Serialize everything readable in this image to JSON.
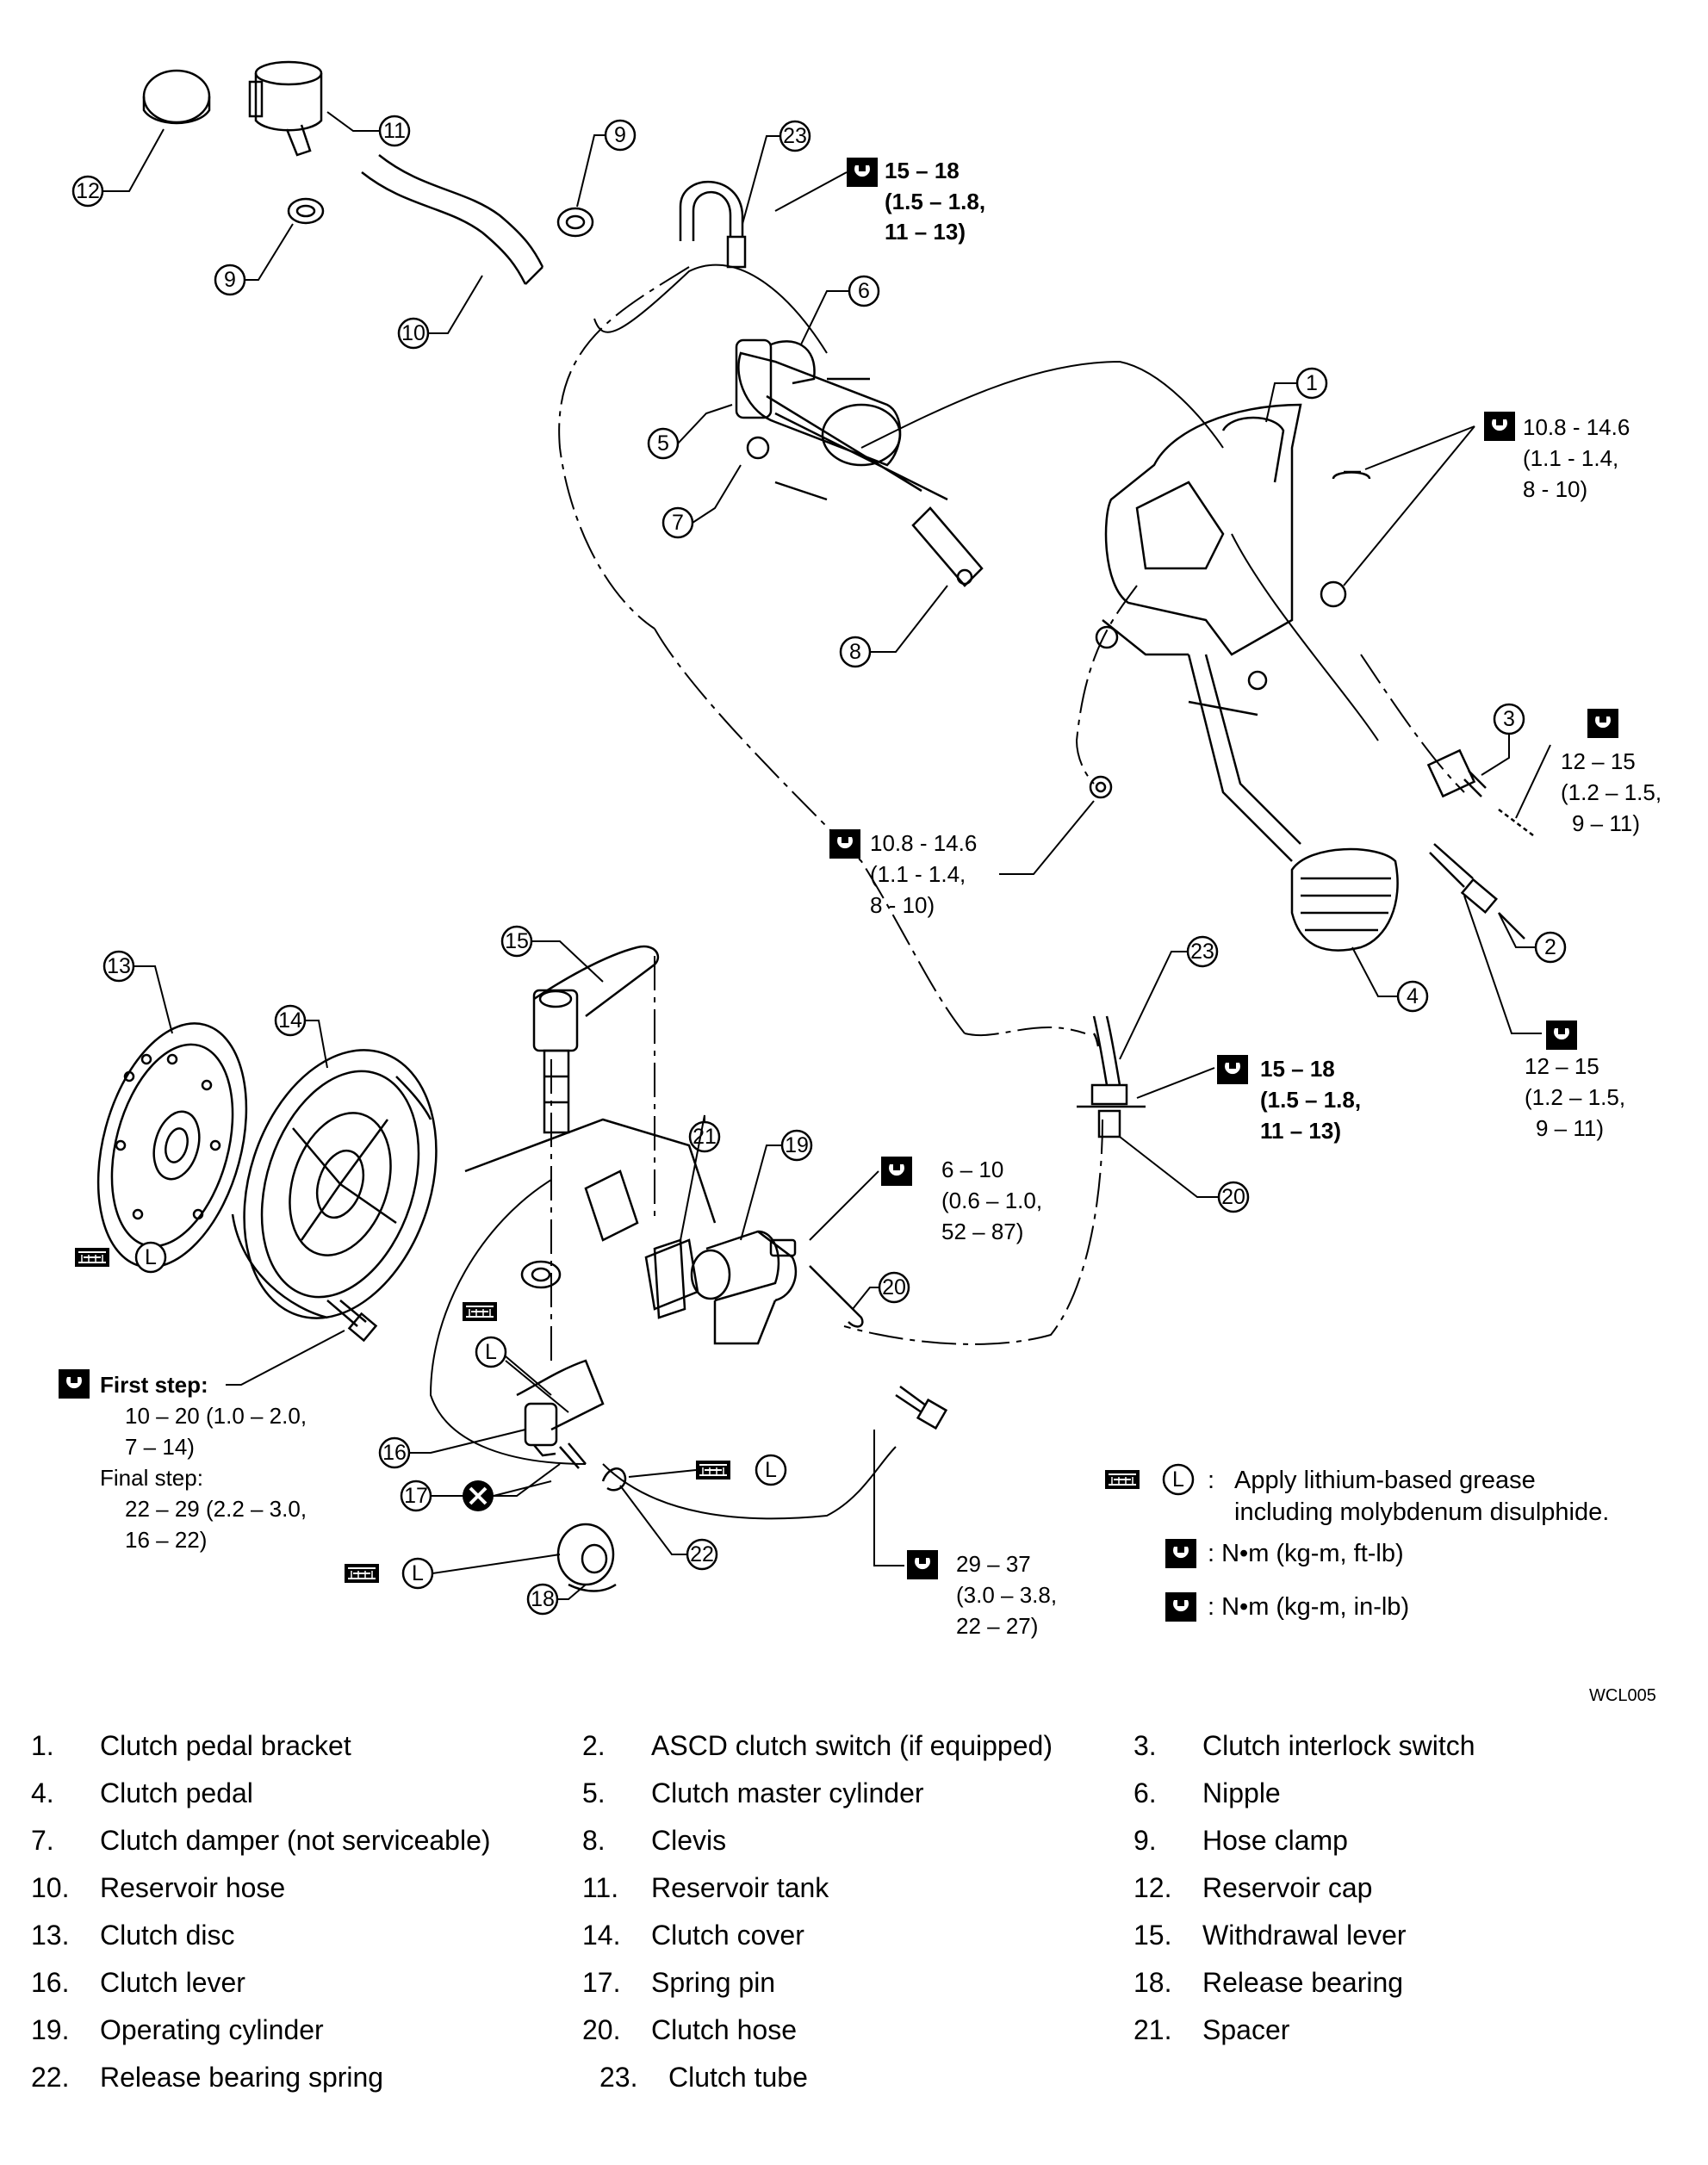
{
  "callouts": [
    "1",
    "2",
    "3",
    "4",
    "5",
    "6",
    "7",
    "8",
    "9",
    "10",
    "11",
    "12",
    "13",
    "14",
    "15",
    "16",
    "17",
    "18",
    "19",
    "20",
    "21",
    "22",
    "23"
  ],
  "torque_specs": {
    "t23_top": {
      "range": "15 – 18",
      "sub1": "(1.5 – 1.8,",
      "sub2": "11 – 13)"
    },
    "t1_bracket": {
      "range": "10.8 - 14.6",
      "sub1": "(1.1 - 1.4,",
      "sub2": "8 - 10)"
    },
    "t3_switch": {
      "range": "12 – 15",
      "sub1": "(1.2 – 1.5,",
      "sub2": "9 – 11)"
    },
    "t_mid_nut": {
      "range": "10.8 - 14.6",
      "sub1": "(1.1 - 1.4,",
      "sub2": "8 - 10)"
    },
    "t2_switch": {
      "range": "12 – 15",
      "sub1": "(1.2 – 1.5,",
      "sub2": "9 – 11)"
    },
    "t23_low": {
      "range": "15 – 18",
      "sub1": "(1.5 – 1.8,",
      "sub2": "11 – 13)"
    },
    "t19_cyl": {
      "range": "6 – 10",
      "sub1": "(0.6 – 1.0,",
      "sub2": "52 – 87)"
    },
    "t_cover_bolt": {
      "first_label": "First step:",
      "first_val1": "10 – 20 (1.0 – 2.0,",
      "first_val2": "7 – 14)",
      "final_label": "Final step:",
      "final_val1": "22 – 29 (2.2 – 3.0,",
      "final_val2": "16 – 22)"
    },
    "t_cyl_bolt": {
      "range": "29 – 37",
      "sub1": "(3.0 – 3.8,",
      "sub2": "22 – 27)"
    }
  },
  "grease_symbol": "L",
  "legend": {
    "grease_colon": ":",
    "grease_line1": "Apply lithium-based grease",
    "grease_line2": "including molybdenum disulphide.",
    "ftlb": ": N•m (kg-m, ft-lb)",
    "inlb": ": N•m (kg-m, in-lb)"
  },
  "figure_code": "WCL005",
  "parts": [
    {
      "num": "1.",
      "name": "Clutch pedal bracket"
    },
    {
      "num": "2.",
      "name": "ASCD clutch switch (if equipped)"
    },
    {
      "num": "3.",
      "name": "Clutch interlock switch"
    },
    {
      "num": "4.",
      "name": "Clutch pedal"
    },
    {
      "num": "5.",
      "name": "Clutch master cylinder"
    },
    {
      "num": "6.",
      "name": "Nipple"
    },
    {
      "num": "7.",
      "name": "Clutch damper (not serviceable)"
    },
    {
      "num": "8.",
      "name": "Clevis"
    },
    {
      "num": "9.",
      "name": "Hose clamp"
    },
    {
      "num": "10.",
      "name": "Reservoir hose"
    },
    {
      "num": "11.",
      "name": "Reservoir tank"
    },
    {
      "num": "12.",
      "name": "Reservoir cap"
    },
    {
      "num": "13.",
      "name": "Clutch disc"
    },
    {
      "num": "14.",
      "name": "Clutch cover"
    },
    {
      "num": "15.",
      "name": "Withdrawal lever"
    },
    {
      "num": "16.",
      "name": "Clutch lever"
    },
    {
      "num": "17.",
      "name": "Spring pin"
    },
    {
      "num": "18.",
      "name": "Release bearing"
    },
    {
      "num": "19.",
      "name": "Operating cylinder"
    },
    {
      "num": "20.",
      "name": "Clutch hose"
    },
    {
      "num": "21.",
      "name": "Spacer"
    },
    {
      "num": "22.",
      "name": "Release bearing spring"
    },
    {
      "num": "23.",
      "name": "Clutch tube"
    }
  ]
}
